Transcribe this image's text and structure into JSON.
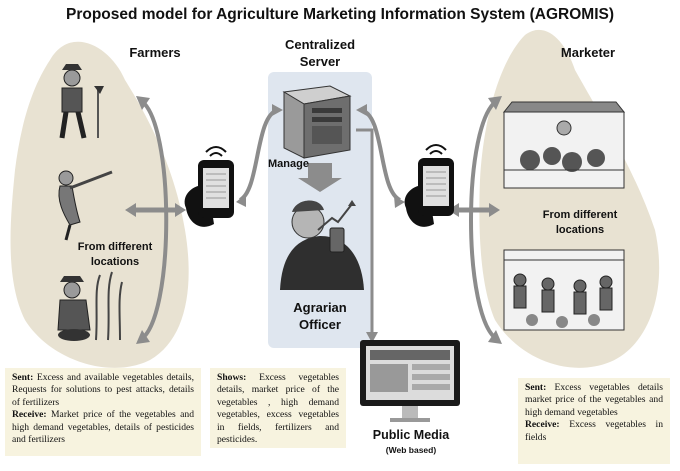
{
  "title": "Proposed model for Agriculture Marketing Information System (AGROMIS)",
  "nodes": {
    "farmers": "Farmers",
    "server_line1": "Centralized",
    "server_line2": "Server",
    "marketer": "Marketer",
    "manage": "Manage",
    "officer_line1": "Agrarian",
    "officer_line2": "Officer",
    "public_media": "Public Media",
    "web_based": "(Web based)",
    "farmers_locations_1": "From different",
    "farmers_locations_2": "locations",
    "marketer_locations_1": "From different",
    "marketer_locations_2": "locations"
  },
  "boxes": {
    "farmers": {
      "sent_label": "Sent:",
      "sent_text": " Excess and available vegetables details, Requests for solutions to pest attacks, details of fertilizers",
      "receive_label": "Receive:",
      "receive_text": " Market price of the vegetables and high demand vegetables, details of pesticides and fertilizers"
    },
    "public": {
      "shows_label": "Shows:",
      "shows_text": " Excess vegetables details, market price of the vegetables , high demand vegetables, excess vegetables in fields, fertilizers and pesticides."
    },
    "marketer": {
      "sent_label": "Sent:",
      "sent_text": " Excess vegetables details market price of the vegetables and high demand vegetables",
      "receive_label": "Receive:",
      "receive_text": " Excess vegetables in fields"
    }
  },
  "colors": {
    "island": "#e8e2d2",
    "arrow": "#8c8c8c",
    "box_bg": "#f7f3df",
    "server_panel": "#dfe6ef"
  }
}
